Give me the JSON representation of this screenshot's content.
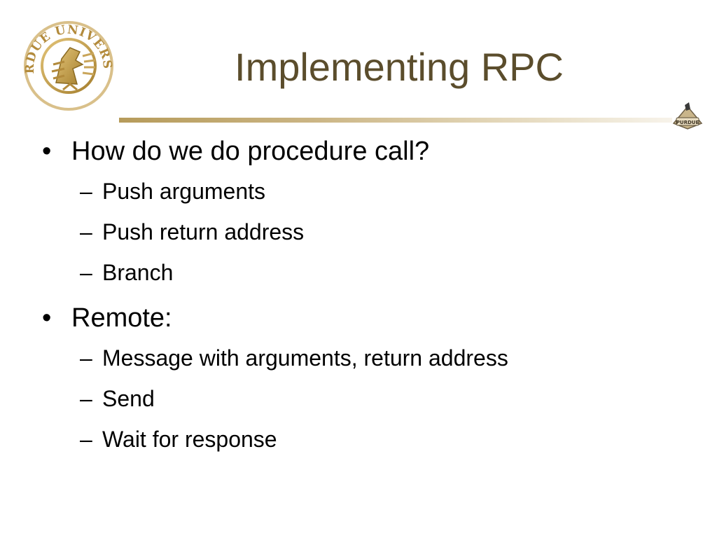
{
  "slide": {
    "title": "Implementing RPC",
    "bullet_marker": "•",
    "sub_marker": "–",
    "bullets": [
      {
        "text": "How do we do procedure call?",
        "subitems": [
          "Push arguments",
          "Push return address",
          "Branch"
        ]
      },
      {
        "text": "Remote:",
        "subitems": [
          "Message with arguments, return address",
          "Send",
          "Wait for response"
        ]
      }
    ]
  },
  "logo": {
    "seal_text": "PURDUE UNIVERSITY",
    "corner_text": "PURDUE"
  },
  "colors": {
    "title": "#5b4d2c",
    "gold": "#b69b5a",
    "body_text": "#000000"
  }
}
